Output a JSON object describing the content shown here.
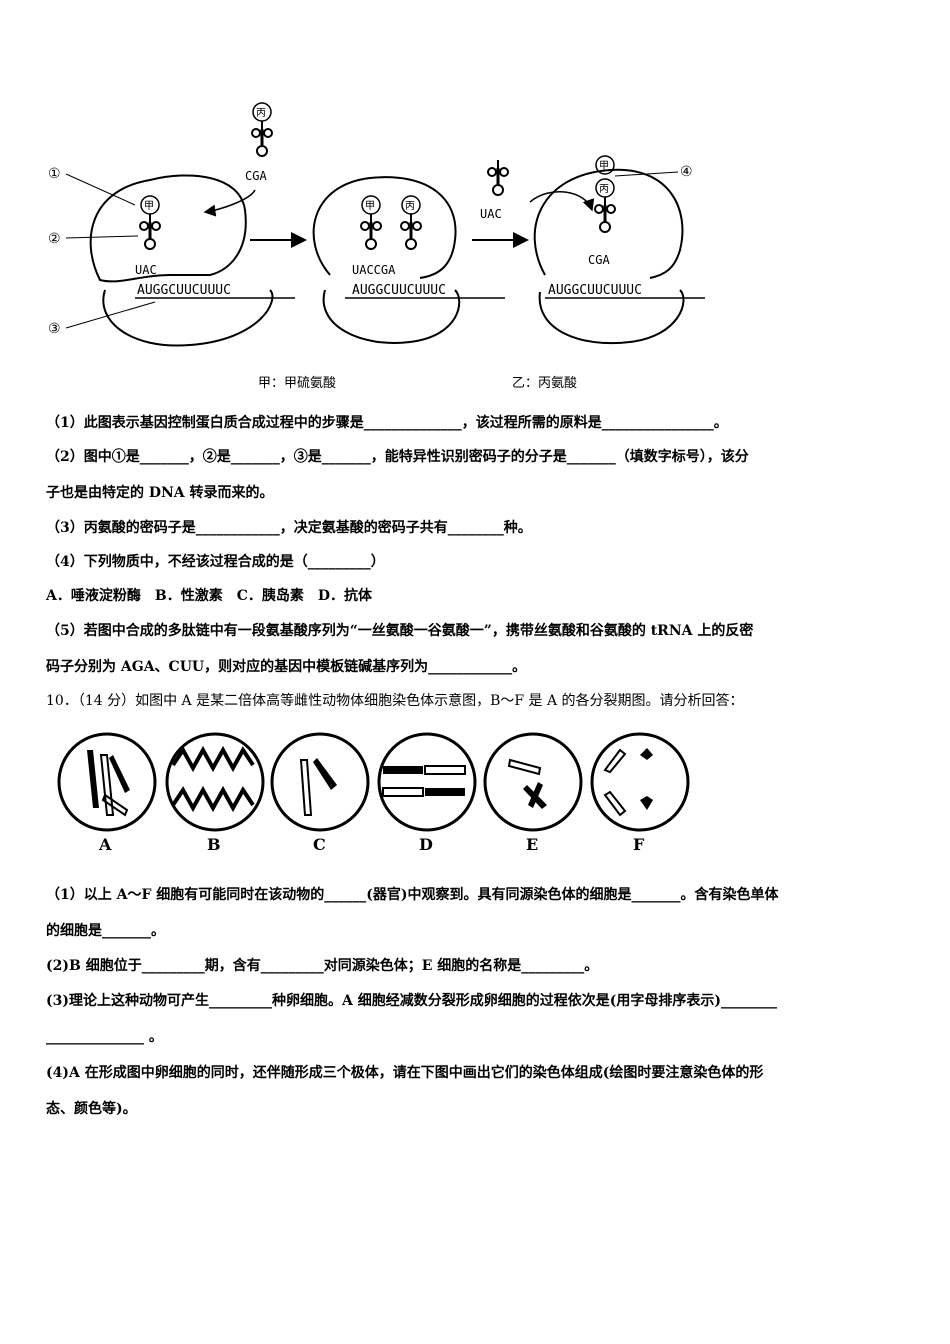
{
  "figure1": {
    "amino_labels": {
      "jia": "甲",
      "bing": "丙"
    },
    "num_labels": [
      "①",
      "②",
      "③",
      "④"
    ],
    "anticodon_1": "UAC",
    "anticodon_2": "UACCGA",
    "anticodon_3": "CGA",
    "free_trna_1": "CGA",
    "free_trna_2": "UAC",
    "mrna": "AUGGCUUCUUUC",
    "legend_jia": "甲：甲硫氨酸",
    "legend_yi": "乙：丙氨酸"
  },
  "q9": {
    "l1": "（1）此图表示基因控制蛋白质合成过程中的步骤是______________，该过程所需的原料是________________。",
    "l2": "（2）图中①是_______，②是_______，③是_______，能特异性识别密码子的分子是_______（填数字标号），该分",
    "l3": "子也是由特定的 DNA 转录而来的。",
    "l4": "（3）丙氨酸的密码子是____________，决定氨基酸的密码子共有________种。",
    "l5": "（4）下列物质中，不经该过程合成的是（_________）",
    "l6": "A．唾液淀粉酶　B．性激素　C．胰岛素　D．抗体",
    "l7": "（5）若图中合成的多肽链中有一段氨基酸序列为“一丝氨酸一谷氨酸一”，携带丝氨酸和谷氨酸的 tRNA 上的反密",
    "l8": "码子分别为 AGA、CUU，则对应的基因中模板链碱基序列为____________。"
  },
  "q10": {
    "header": "10．（14 分）如图中 A 是某二倍体高等雌性动物体细胞染色体示意图，B～F 是 A 的各分裂期图。请分析回答：",
    "cell_labels": [
      "A",
      "B",
      "C",
      "D",
      "E",
      "F"
    ],
    "l1": "（1）以上 A～F 细胞有可能同时在该动物的______(器官)中观察到。具有同源染色体的细胞是_______。含有染色单体",
    "l2": "的细胞是_______。",
    "l3": "(2)B 细胞位于_________期，含有_________对同源染色体；E 细胞的名称是_________。",
    "l4": "(3)理论上这种动物可产生_________种卵细胞。A 细胞经减数分裂形成卵细胞的过程依次是(用字母排序表示)________",
    "l5": "______________ 。",
    "l6": "(4)A 在形成图中卵细胞的同时，还伴随形成三个极体，请在下图中画出它们的染色体组成(绘图时要注意染色体的形",
    "l7": "态、颜色等)。"
  }
}
